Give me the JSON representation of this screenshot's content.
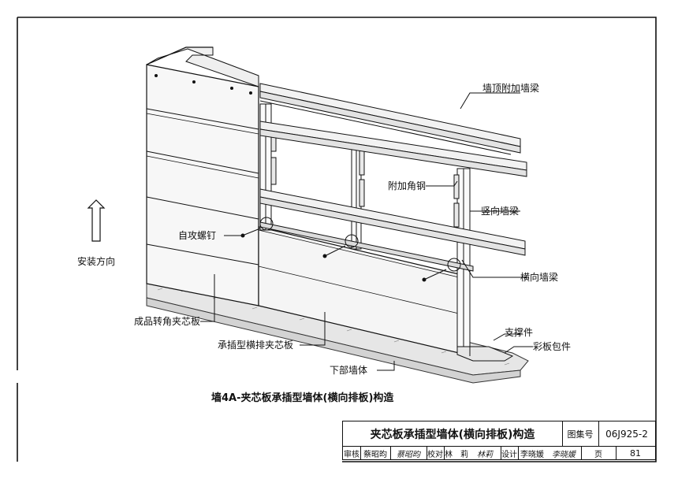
{
  "labels": {
    "top_beam": "墙顶附加墙梁",
    "angle_steel": "附加角钢",
    "vertical_beam": "竖向墙梁",
    "screw": "自攻螺钉",
    "install_dir": "安装方向",
    "horizontal_beam": "横向墙梁",
    "corner_panel": "成品转角夹芯板",
    "insert_panel": "承插型横排夹芯板",
    "support": "支撑件",
    "flashing": "彩板包件",
    "lower_wall": "下部墙体"
  },
  "caption": "墙4A-夹芯板承插型墙体(横向排板)构造",
  "title_block": {
    "title": "夹芯板承插型墙体(横向排板)构造",
    "atlas_label": "图集号",
    "atlas_no": "06J925-2",
    "review_label": "审核",
    "reviewer": "蔡昭昀",
    "reviewer_sig": "蔡昭昀",
    "check_label": "校对",
    "checker": "林　莉",
    "checker_sig": "林莉",
    "design_label": "设计",
    "designer": "李晓媛",
    "designer_sig": "李晓媛",
    "page_label": "页",
    "page_no": "81"
  }
}
